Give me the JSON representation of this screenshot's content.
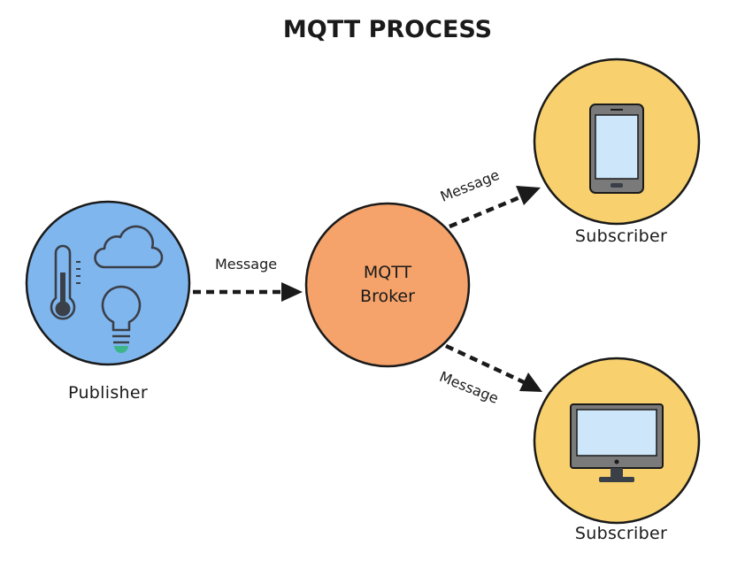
{
  "title": "MQTT PROCESS",
  "nodes": {
    "publisher": {
      "label": "Publisher",
      "color": "#80B6EE",
      "icons": [
        "thermometer-icon",
        "cloud-icon",
        "lightbulb-icon"
      ]
    },
    "broker": {
      "label_line1": "MQTT",
      "label_line2": "Broker",
      "color": "#F5A36B"
    },
    "subscriber_phone": {
      "label": "Subscriber",
      "color": "#F8D16E",
      "icon": "smartphone-icon"
    },
    "subscriber_desktop": {
      "label": "Subscriber",
      "color": "#F8D16E",
      "icon": "desktop-monitor-icon"
    }
  },
  "edges": [
    {
      "from": "publisher",
      "to": "broker",
      "label": "Message"
    },
    {
      "from": "broker",
      "to": "subscriber_phone",
      "label": "Message"
    },
    {
      "from": "broker",
      "to": "subscriber_desktop",
      "label": "Message"
    }
  ],
  "colors": {
    "outline": "#1a1a1a",
    "screen": "#CDE6F9",
    "device_gray": "#7A7A7A",
    "icon_dark": "#3a3f48",
    "bulb_base": "#3CB58A"
  }
}
